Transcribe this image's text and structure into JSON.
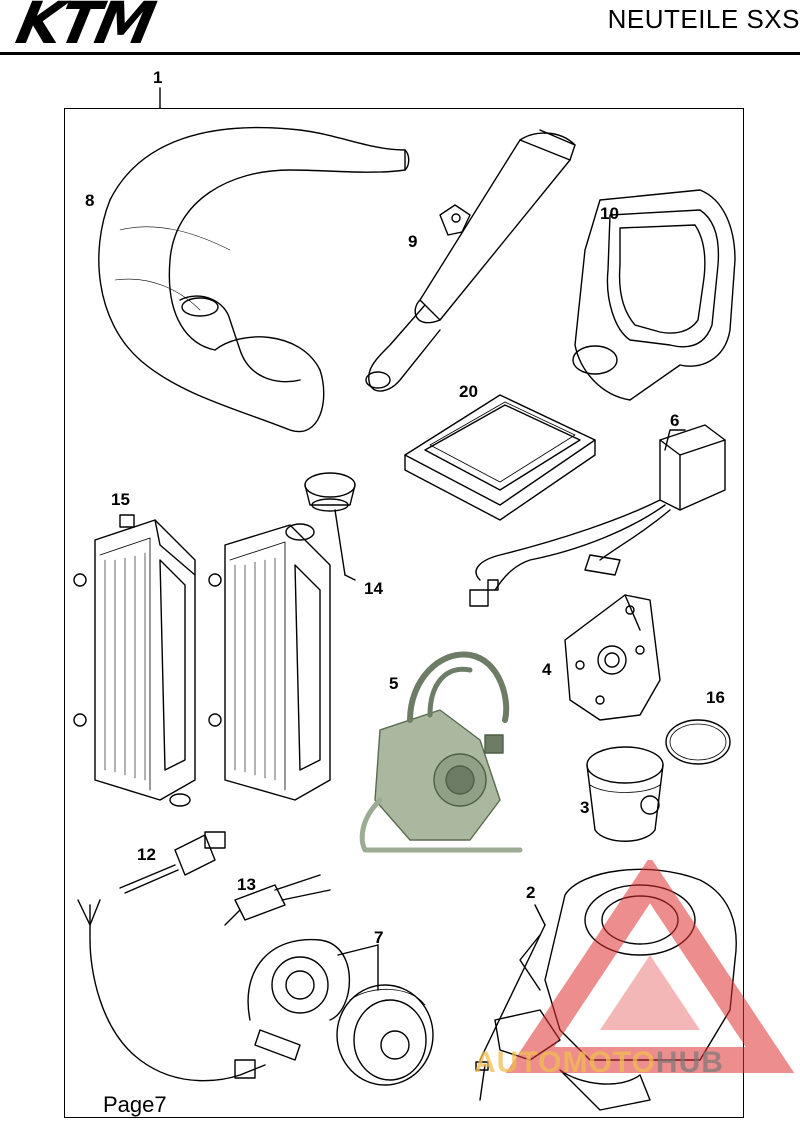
{
  "header": {
    "logo_text": "KTM",
    "title": "NEUTEILE SXS"
  },
  "callouts": {
    "c1": "1",
    "c2": "2",
    "c3": "3",
    "c4": "4",
    "c5": "5",
    "c6": "6",
    "c7": "7",
    "c8": "8",
    "c9": "9",
    "c10": "10",
    "c12": "12",
    "c13": "13",
    "c14": "14",
    "c15": "15",
    "c16": "16",
    "c20": "20"
  },
  "page_label": "Page7",
  "watermark": {
    "part_a": "AUTOMOTO",
    "part_b": "HUB",
    "color_a": "#f0be50",
    "color_b": "#787878",
    "triangle_color": "#e03030"
  }
}
